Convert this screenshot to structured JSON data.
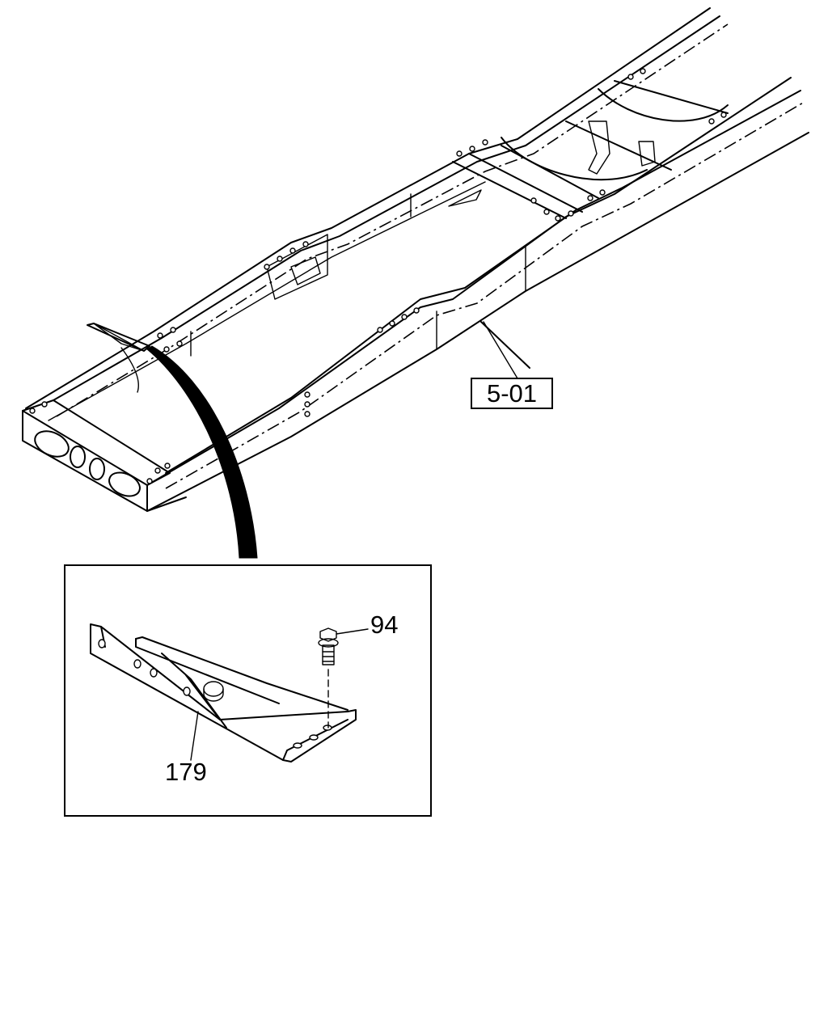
{
  "callouts": {
    "frame_assembly": "5-01",
    "bolt": "94",
    "bracket": "179"
  },
  "colors": {
    "line": "#000000",
    "background": "#ffffff"
  }
}
